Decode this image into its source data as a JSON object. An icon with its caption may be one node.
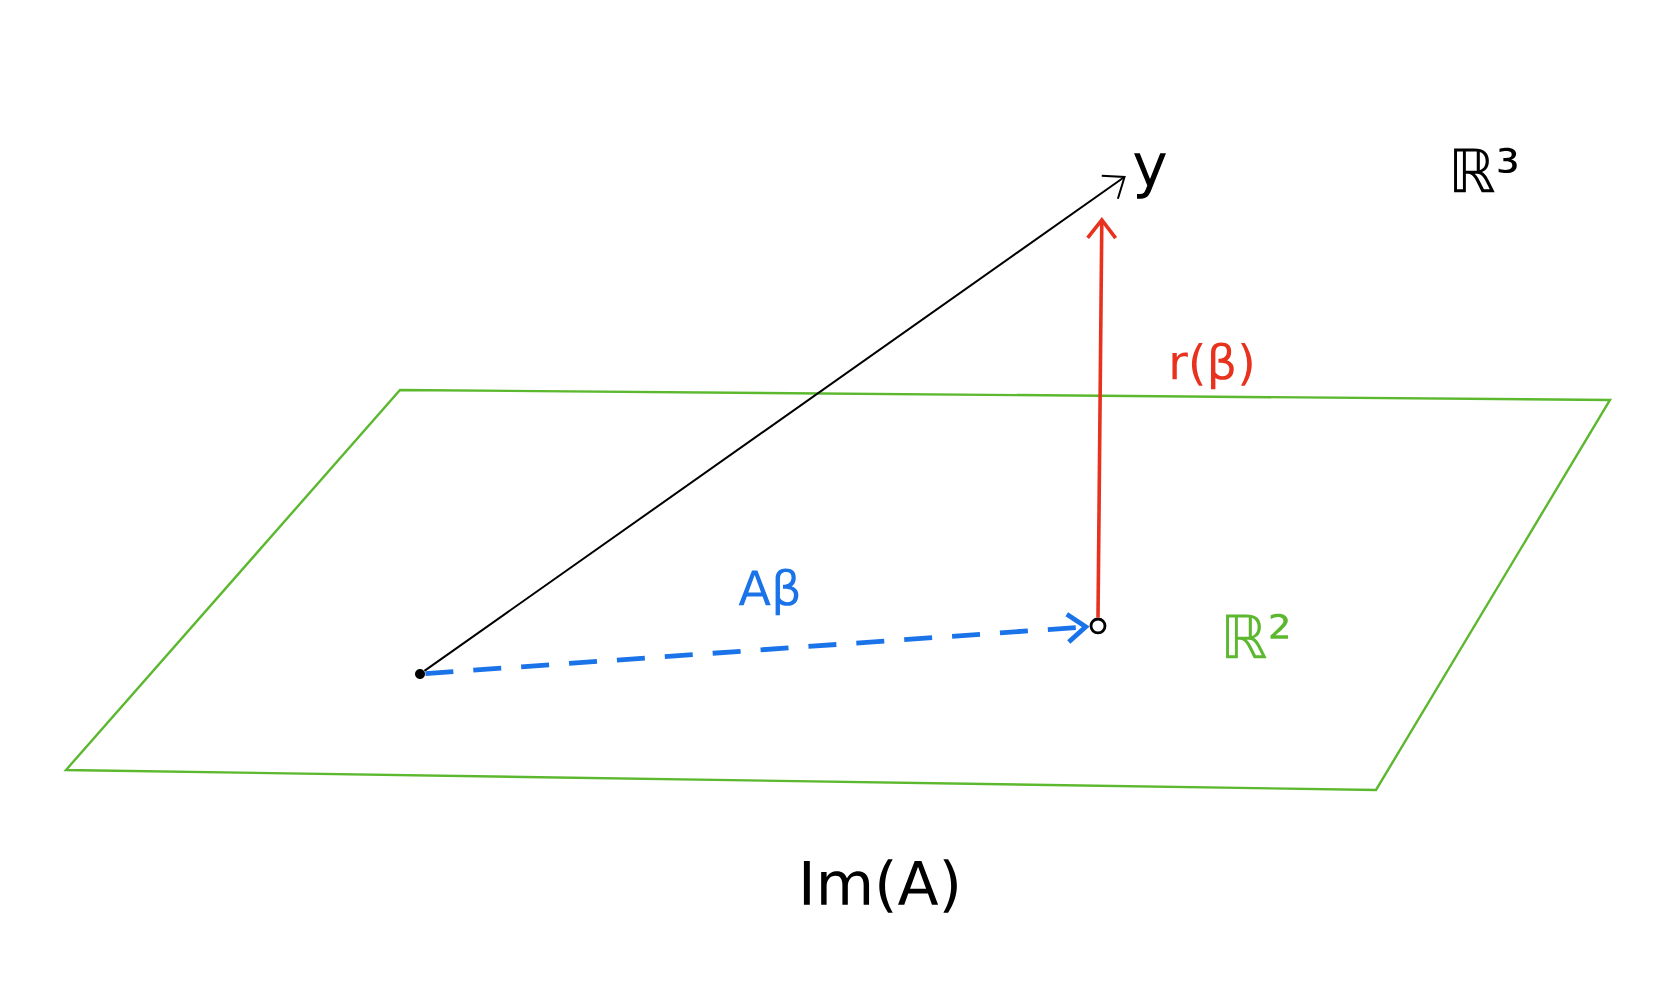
{
  "diagram": {
    "nodes": [
      {
        "text": [
          "ℝ²"
        ],
        "beside": [
          "Im(A)"
        ]
      },
      {
        "text": [],
        "shape": "dot",
        "in": 0
      },
      {
        "text": [],
        "shape": "circle",
        "in": 0
      },
      {
        "text": [
          "y"
        ]
      }
    ],
    "edges": [
      {
        "from": 1,
        "to": 3,
        "arrow": "to",
        "color": "#000000"
      },
      {
        "from": 1,
        "to": 2,
        "arrow": "to",
        "style": "dashed",
        "color": "#1a73e8",
        "label": "Aβ"
      },
      {
        "from": 2,
        "to": 3,
        "arrow": "to",
        "color": "#e8321e",
        "label": "r(β)"
      }
    ],
    "labels": [
      "ℝ³"
    ]
  }
}
